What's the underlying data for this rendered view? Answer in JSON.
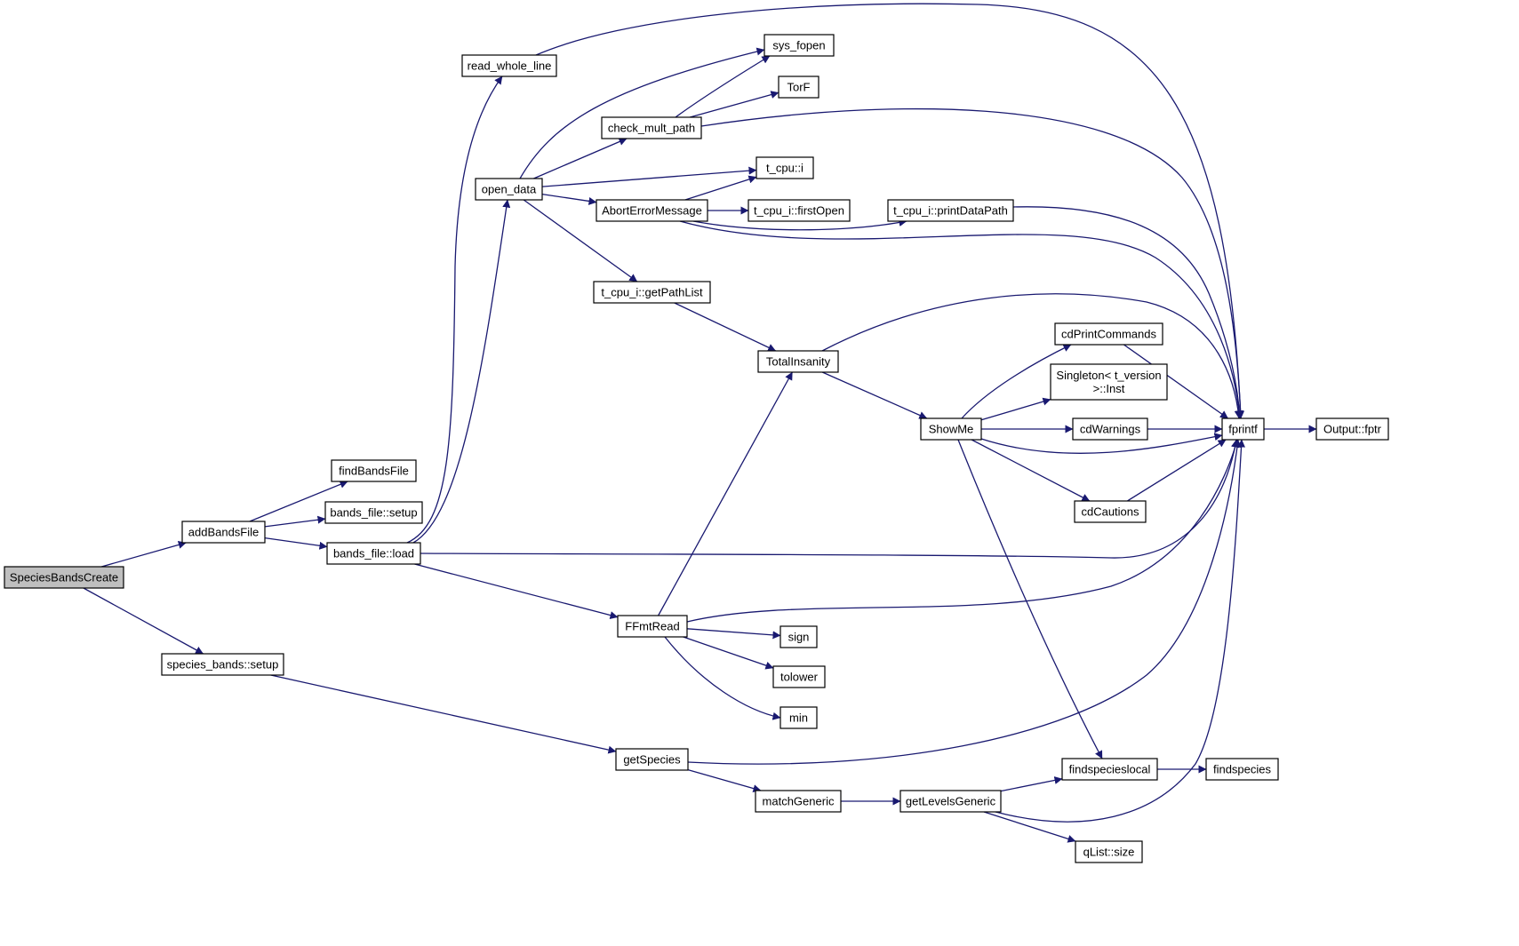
{
  "nodes": [
    {
      "id": "SpeciesBandsCreate",
      "label": [
        "SpeciesBandsCreate"
      ],
      "highlight": true
    },
    {
      "id": "addBandsFile",
      "label": [
        "addBandsFile"
      ]
    },
    {
      "id": "species_bands_setup",
      "label": [
        "species_bands::setup"
      ]
    },
    {
      "id": "findBandsFile",
      "label": [
        "findBandsFile"
      ]
    },
    {
      "id": "bands_file_setup",
      "label": [
        "bands_file::setup"
      ]
    },
    {
      "id": "bands_file_load",
      "label": [
        "bands_file::load"
      ]
    },
    {
      "id": "read_whole_line",
      "label": [
        "read_whole_line"
      ]
    },
    {
      "id": "open_data",
      "label": [
        "open_data"
      ]
    },
    {
      "id": "check_mult_path",
      "label": [
        "check_mult_path"
      ]
    },
    {
      "id": "AbortErrorMessage",
      "label": [
        "AbortErrorMessage"
      ]
    },
    {
      "id": "t_cpu_i_getPathList",
      "label": [
        "t_cpu_i::getPathList"
      ]
    },
    {
      "id": "FFmtRead",
      "label": [
        "FFmtRead"
      ]
    },
    {
      "id": "getSpecies",
      "label": [
        "getSpecies"
      ]
    },
    {
      "id": "matchGeneric",
      "label": [
        "matchGeneric"
      ]
    },
    {
      "id": "sys_fopen",
      "label": [
        "sys_fopen"
      ]
    },
    {
      "id": "TorF",
      "label": [
        "TorF"
      ]
    },
    {
      "id": "t_cpu_i",
      "label": [
        "t_cpu::i"
      ]
    },
    {
      "id": "t_cpu_i_firstOpen",
      "label": [
        "t_cpu_i::firstOpen"
      ]
    },
    {
      "id": "TotalInsanity",
      "label": [
        "TotalInsanity"
      ]
    },
    {
      "id": "sign",
      "label": [
        "sign"
      ]
    },
    {
      "id": "tolower",
      "label": [
        "tolower"
      ]
    },
    {
      "id": "min",
      "label": [
        "min"
      ]
    },
    {
      "id": "t_cpu_i_printDataPath",
      "label": [
        "t_cpu_i::printDataPath"
      ]
    },
    {
      "id": "ShowMe",
      "label": [
        "ShowMe"
      ]
    },
    {
      "id": "getLevelsGeneric",
      "label": [
        "getLevelsGeneric"
      ]
    },
    {
      "id": "cdPrintCommands",
      "label": [
        "cdPrintCommands"
      ]
    },
    {
      "id": "Singleton_Inst",
      "label": [
        "Singleton< t_version",
        ">::Inst"
      ]
    },
    {
      "id": "cdWarnings",
      "label": [
        "cdWarnings"
      ]
    },
    {
      "id": "cdCautions",
      "label": [
        "cdCautions"
      ]
    },
    {
      "id": "findspecieslocal",
      "label": [
        "findspecieslocal"
      ]
    },
    {
      "id": "qList_size",
      "label": [
        "qList::size"
      ]
    },
    {
      "id": "fprintf",
      "label": [
        "fprintf"
      ]
    },
    {
      "id": "findspecies",
      "label": [
        "findspecies"
      ]
    },
    {
      "id": "Output_fptr",
      "label": [
        "Output::fptr"
      ]
    }
  ],
  "edges": [
    [
      "SpeciesBandsCreate",
      "addBandsFile"
    ],
    [
      "SpeciesBandsCreate",
      "species_bands_setup"
    ],
    [
      "addBandsFile",
      "findBandsFile"
    ],
    [
      "addBandsFile",
      "bands_file_setup"
    ],
    [
      "addBandsFile",
      "bands_file_load"
    ],
    [
      "bands_file_load",
      "read_whole_line"
    ],
    [
      "bands_file_load",
      "open_data"
    ],
    [
      "bands_file_load",
      "FFmtRead"
    ],
    [
      "bands_file_load",
      "fprintf"
    ],
    [
      "read_whole_line",
      "fprintf"
    ],
    [
      "open_data",
      "sys_fopen"
    ],
    [
      "open_data",
      "check_mult_path"
    ],
    [
      "open_data",
      "t_cpu_i"
    ],
    [
      "open_data",
      "AbortErrorMessage"
    ],
    [
      "open_data",
      "t_cpu_i_getPathList"
    ],
    [
      "check_mult_path",
      "sys_fopen"
    ],
    [
      "check_mult_path",
      "TorF"
    ],
    [
      "check_mult_path",
      "fprintf"
    ],
    [
      "AbortErrorMessage",
      "t_cpu_i"
    ],
    [
      "AbortErrorMessage",
      "t_cpu_i_firstOpen"
    ],
    [
      "AbortErrorMessage",
      "t_cpu_i_printDataPath"
    ],
    [
      "AbortErrorMessage",
      "fprintf"
    ],
    [
      "t_cpu_i_printDataPath",
      "fprintf"
    ],
    [
      "t_cpu_i_getPathList",
      "TotalInsanity"
    ],
    [
      "TotalInsanity",
      "fprintf"
    ],
    [
      "TotalInsanity",
      "ShowMe"
    ],
    [
      "ShowMe",
      "cdPrintCommands"
    ],
    [
      "ShowMe",
      "Singleton_Inst"
    ],
    [
      "ShowMe",
      "cdWarnings"
    ],
    [
      "ShowMe",
      "fprintf"
    ],
    [
      "ShowMe",
      "cdCautions"
    ],
    [
      "ShowMe",
      "findspecieslocal"
    ],
    [
      "cdPrintCommands",
      "fprintf"
    ],
    [
      "cdWarnings",
      "fprintf"
    ],
    [
      "cdCautions",
      "fprintf"
    ],
    [
      "FFmtRead",
      "TotalInsanity"
    ],
    [
      "FFmtRead",
      "fprintf"
    ],
    [
      "FFmtRead",
      "sign"
    ],
    [
      "FFmtRead",
      "tolower"
    ],
    [
      "FFmtRead",
      "min"
    ],
    [
      "species_bands_setup",
      "getSpecies"
    ],
    [
      "getSpecies",
      "fprintf"
    ],
    [
      "getSpecies",
      "matchGeneric"
    ],
    [
      "matchGeneric",
      "getLevelsGeneric"
    ],
    [
      "getLevelsGeneric",
      "findspecieslocal"
    ],
    [
      "getLevelsGeneric",
      "fprintf"
    ],
    [
      "getLevelsGeneric",
      "qList_size"
    ],
    [
      "findspecieslocal",
      "findspecies"
    ],
    [
      "fprintf",
      "Output_fptr"
    ]
  ],
  "colors": {
    "edge": "#191970",
    "node_fill": "#ffffff",
    "node_highlight_fill": "#bfbfbf",
    "node_border": "#000000"
  }
}
